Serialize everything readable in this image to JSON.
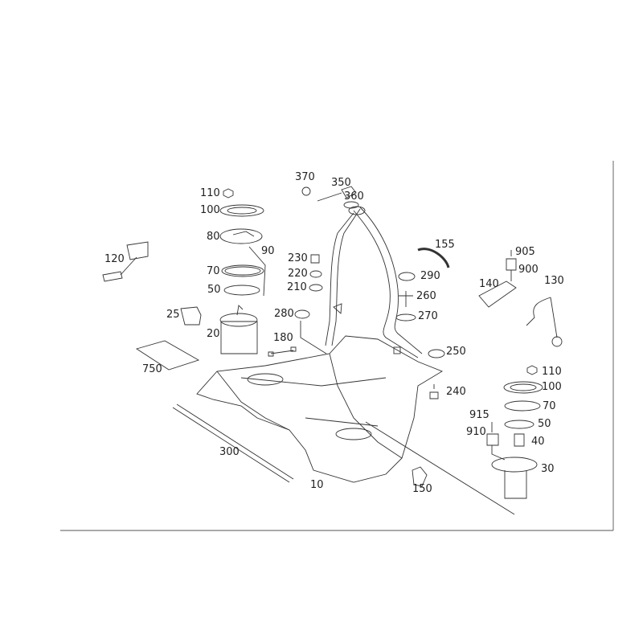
{
  "diagram": {
    "type": "exploded-parts-diagram",
    "callouts": {
      "p370": "370",
      "p350": "350",
      "p360": "360",
      "p110a": "110",
      "p100a": "100",
      "p80": "80",
      "p90": "90",
      "p120": "120",
      "p230": "230",
      "p220": "220",
      "p210": "210",
      "p155": "155",
      "p905": "905",
      "p900": "900",
      "p140": "140",
      "p130": "130",
      "p70a": "70",
      "p50a": "50",
      "p290": "290",
      "p260": "260",
      "p270": "270",
      "p280": "280",
      "p25": "25",
      "p20": "20",
      "p180": "180",
      "p750": "750",
      "p250": "250",
      "p110b": "110",
      "p100b": "100",
      "p240": "240",
      "p70b": "70",
      "p915": "915",
      "p50b": "50",
      "p910": "910",
      "p40": "40",
      "p30": "30",
      "p300": "300",
      "p150": "150",
      "p10": "10"
    }
  }
}
